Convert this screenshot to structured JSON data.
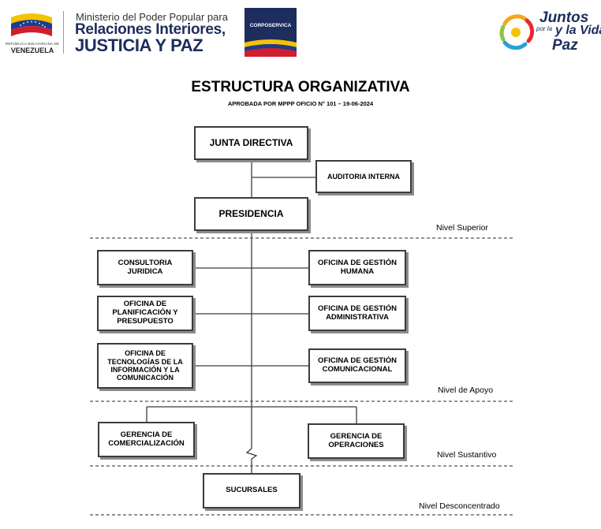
{
  "header": {
    "country_caption_small": "REPÚBLICA BOLIVARIANA DE",
    "country_caption": "VENEZUELA",
    "ministry_line1": "Ministerio del Poder Popular para",
    "ministry_line2": "Relaciones Interiores,",
    "ministry_line3": "JUSTICIA Y PAZ",
    "corposervica_label": "CORPOSERVICA",
    "juntos_line1": "Juntos",
    "juntos_line2": "por la",
    "juntos_line3": "y la Vida",
    "juntos_line4": "Paz"
  },
  "title": "ESTRUCTURA ORGANIZATIVA",
  "subtitle": "APROBADA POR MPPP OFICIO N° 101 – 19-06-2024",
  "boxes": {
    "junta_directiva": "JUNTA DIRECTIVA",
    "auditoria_interna": "AUDITORIA INTERNA",
    "presidencia": "PRESIDENCIA",
    "consultoria_juridica": "CONSULTORIA\nJURIDICA",
    "oficina_gestion_humana": "OFICINA DE GESTIÓN\nHUMANA",
    "oficina_planificacion": "OFICINA DE\nPLANIFICACIÓN Y\nPRESUPUESTO",
    "oficina_gestion_administrativa": "OFICINA DE GESTIÓN\nADMINISTRATIVA",
    "oficina_tecnologias": "OFICINA DE\nTECNOLOGÍAS DE LA\nINFORMACIÓN Y LA\nCOMUNICACIÓN",
    "oficina_gestion_comunicacional": "OFICINA DE GESTIÓN\nCOMUNICACIONAL",
    "gerencia_comercializacion": "GERENCIA DE\nCOMERCIALIZACIÓN",
    "gerencia_operaciones": "GERENCIA DE\nOPERACIONES",
    "sucursales": "SUCURSALES"
  },
  "levels": {
    "superior": "Nivel Superior",
    "apoyo": "Nivel de Apoyo",
    "sustantivo": "Nivel Sustantivo",
    "desconcentrado": "Nivel Desconcentrado"
  },
  "colors": {
    "navy": "#1c2d5e",
    "flag_yellow": "#f4c400",
    "flag_blue": "#1f3c8f",
    "flag_red": "#cf1f2e"
  }
}
